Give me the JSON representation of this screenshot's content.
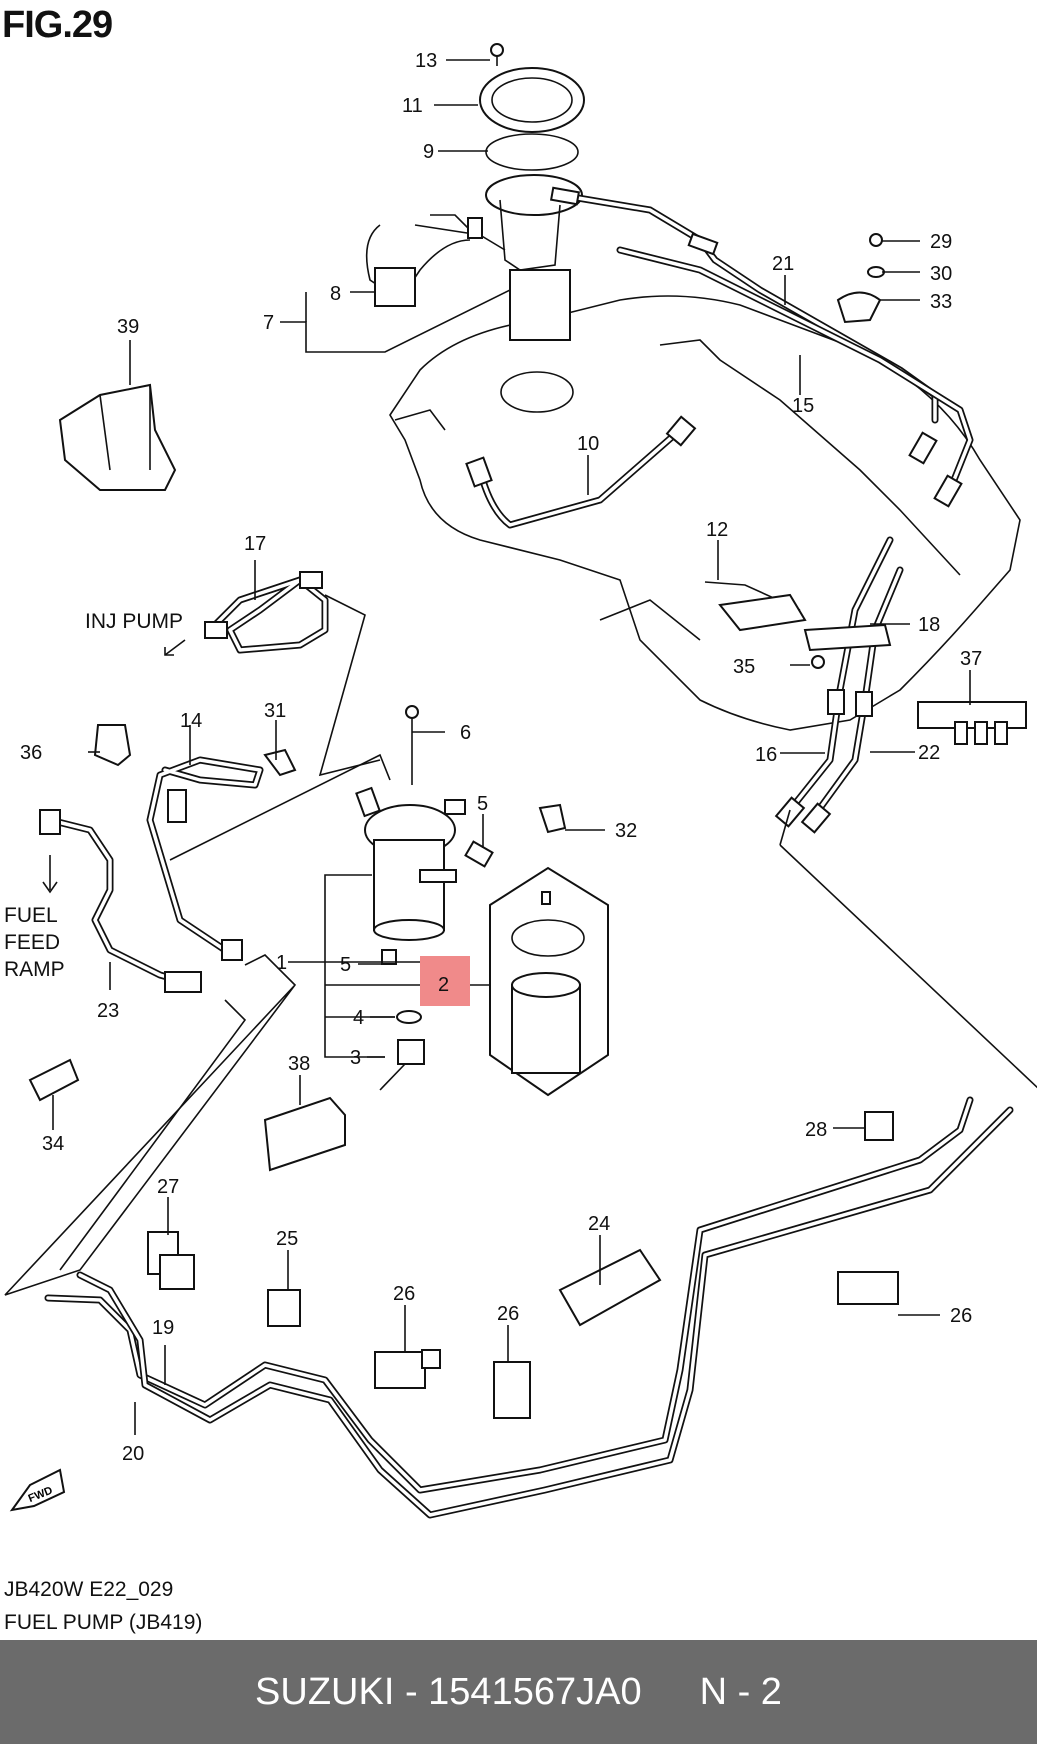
{
  "figure": {
    "title": "FIG.29",
    "code": "JB420W E22_029",
    "name": "FUEL PUMP (JB419)"
  },
  "bottom_bar": {
    "part": "SUZUKI - 1541567JA0",
    "qty": "N - 2"
  },
  "highlight_color": "#f08a8a",
  "side_labels": {
    "inj_pump": "INJ PUMP",
    "fuel_feed_ramp_1": "FUEL",
    "fuel_feed_ramp_2": "FEED",
    "fuel_feed_ramp_3": "RAMP",
    "fwd": "FWD"
  },
  "callouts": {
    "c13": "13",
    "c11": "11",
    "c9": "9",
    "c8": "8",
    "c7": "7",
    "c39": "39",
    "c29": "29",
    "c30": "30",
    "c33": "33",
    "c21": "21",
    "c15": "15",
    "c10": "10",
    "c12": "12",
    "c17": "17",
    "c18": "18",
    "c35": "35",
    "c37": "37",
    "c6": "6",
    "c36": "36",
    "c14": "14",
    "c31": "31",
    "c5a": "5",
    "c32": "32",
    "c16": "16",
    "c22": "22",
    "c1": "1",
    "c5b": "5",
    "c2": "2",
    "c4": "4",
    "c3": "3",
    "c23": "23",
    "c38": "38",
    "c34": "34",
    "c28": "28",
    "c27": "27",
    "c25": "25",
    "c24": "24",
    "c26a": "26",
    "c26b": "26",
    "c26c": "26",
    "c19": "19",
    "c20": "20"
  }
}
